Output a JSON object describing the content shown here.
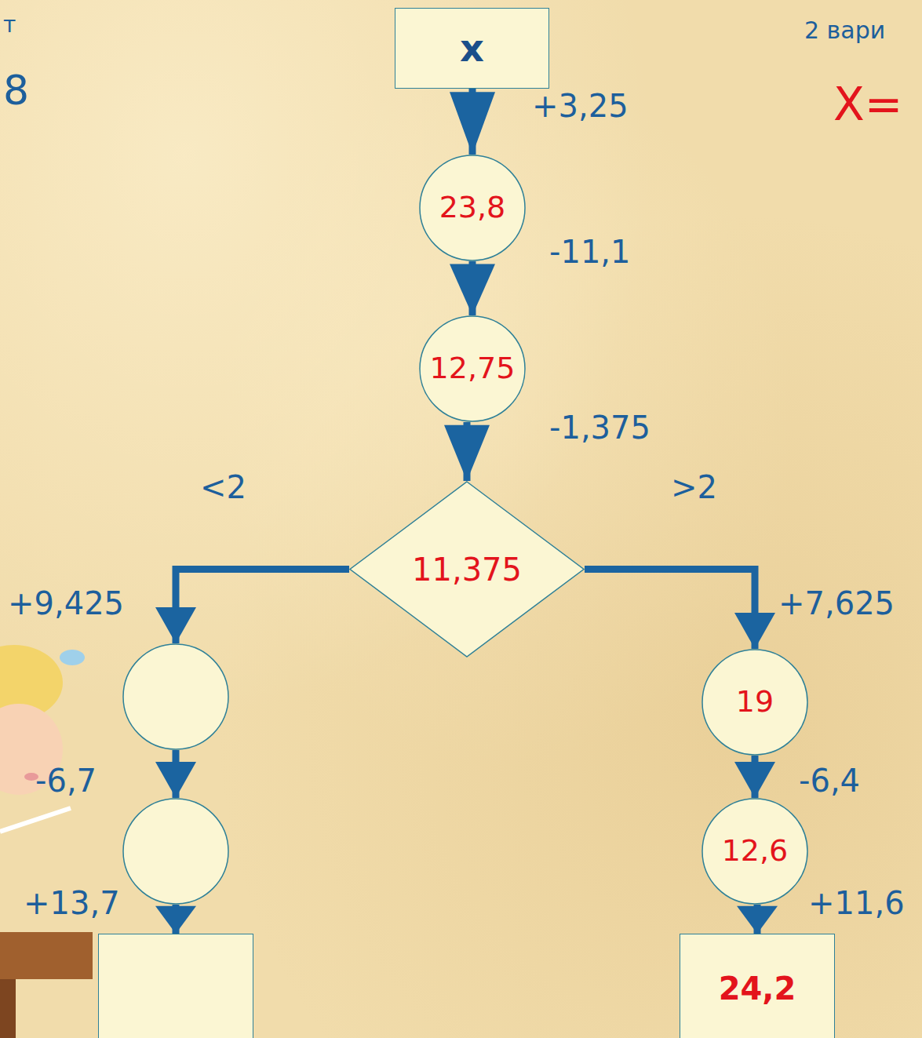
{
  "diagram": {
    "nodes": [
      {
        "text": [
          "x"
        ]
      },
      {
        "text": [
          "23,8"
        ]
      },
      {
        "text": [
          "12,75"
        ]
      },
      {
        "text": [
          "11,375"
        ]
      },
      {
        "text": []
      },
      {
        "text": []
      },
      {
        "text": []
      },
      {
        "text": [
          "19"
        ]
      },
      {
        "text": [
          "12,6"
        ]
      },
      {
        "text": [
          "24,2"
        ]
      }
    ],
    "edges": [
      {
        "from": 0,
        "to": 1,
        "arrow": "to",
        "label": "+3,25"
      },
      {
        "from": 1,
        "to": 2,
        "arrow": "to",
        "label": "-11,1"
      },
      {
        "from": 2,
        "to": 3,
        "arrow": "to",
        "label": "-1,375"
      },
      {
        "from": 3,
        "to": 4,
        "arrow": "to",
        "label": "+9,425"
      },
      {
        "from": 4,
        "to": 5,
        "arrow": "to",
        "label": "-6,7"
      },
      {
        "from": 5,
        "to": 6,
        "arrow": "to",
        "label": "+13,7"
      },
      {
        "from": 3,
        "to": 7,
        "arrow": "to",
        "label": "+7,625"
      },
      {
        "from": 7,
        "to": 8,
        "arrow": "to",
        "label": "-6,4"
      },
      {
        "from": 8,
        "to": 9,
        "arrow": "to",
        "label": "+11,6"
      }
    ],
    "labels": [
      "т",
      "8",
      "<2",
      ">2",
      "2 вари",
      "X="
    ]
  }
}
